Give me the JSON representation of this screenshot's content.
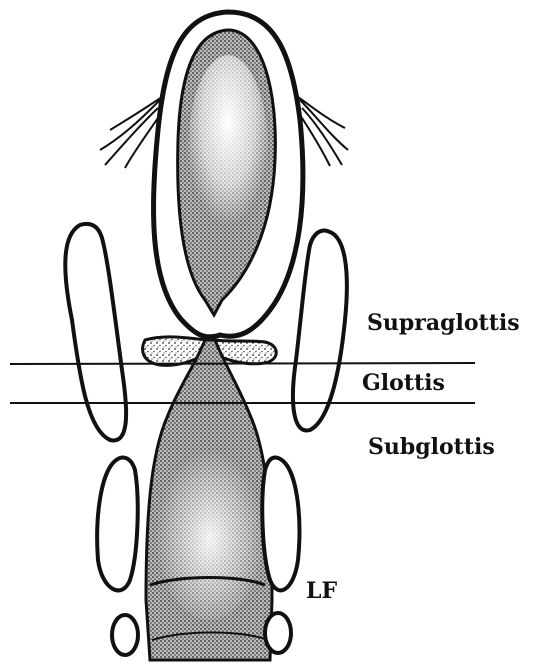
{
  "diagram": {
    "labels": {
      "supraglottis": "Supraglottis",
      "glottis": "Glottis",
      "subglottis": "Subglottis",
      "lf": "LF"
    },
    "colors": {
      "ink": "#111111",
      "stipple": "#555555",
      "background": "#ffffff"
    }
  }
}
